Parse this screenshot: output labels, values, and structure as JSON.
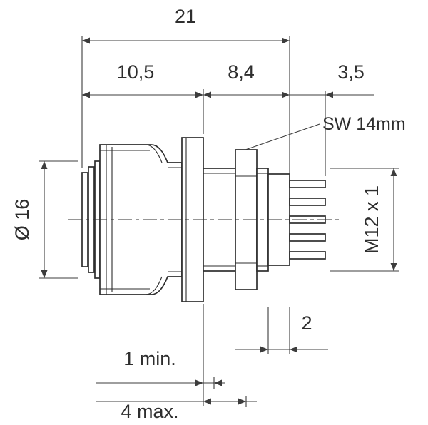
{
  "drawing": {
    "type": "technical-dimension-drawing",
    "subject": "panel-mount circular connector, side view",
    "dimensions": {
      "overall_length": "21",
      "front_length": "10,5",
      "rear_length": "8,4",
      "contact_length": "3,5",
      "wrench_size": "SW 14mm",
      "front_diameter": "Ø 16",
      "thread_spec": "M12 x 1",
      "insert_protrusion": "2",
      "panel_thickness_min": "1 min.",
      "panel_thickness_max": "4 max."
    },
    "colors": {
      "line": "#2e2e2e",
      "dimension_line": "#3c3c3c",
      "background": "#ffffff"
    }
  }
}
